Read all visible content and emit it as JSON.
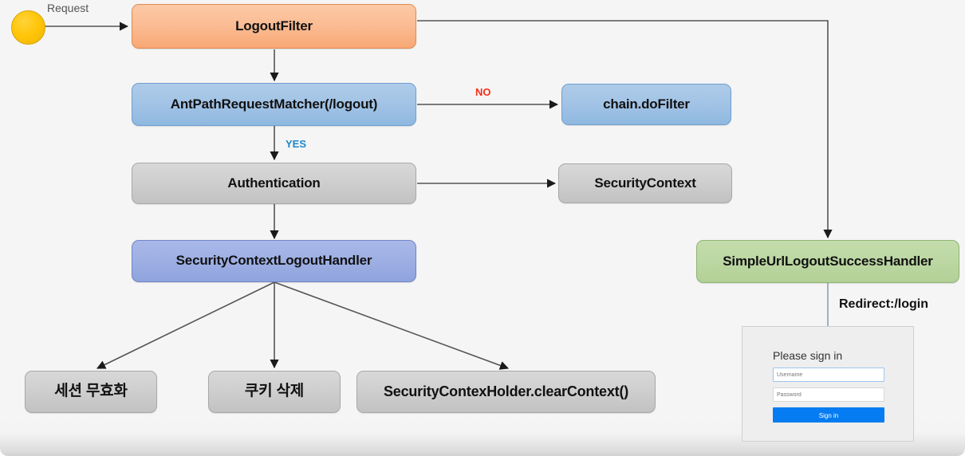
{
  "diagram": {
    "title": "Spring Security Logout Filter Flow",
    "background_color": "#f5f5f5",
    "start_node": {
      "name": "start",
      "label": ""
    },
    "nodes": [
      {
        "id": "logout_filter",
        "label": "LogoutFilter",
        "style": "orange"
      },
      {
        "id": "ant_path_matcher",
        "label": "AntPathRequestMatcher(/logout)",
        "style": "blue"
      },
      {
        "id": "chain_dofilter",
        "label": "chain.doFilter",
        "style": "blue"
      },
      {
        "id": "authentication",
        "label": "Authentication",
        "style": "gray"
      },
      {
        "id": "security_context",
        "label": "SecurityContext",
        "style": "gray"
      },
      {
        "id": "sc_logout_handler",
        "label": "SecurityContextLogoutHandler",
        "style": "periwinkle"
      },
      {
        "id": "session_invalidate",
        "label": "세션 무효화",
        "style": "gray"
      },
      {
        "id": "cookie_delete",
        "label": "쿠키 삭제",
        "style": "gray"
      },
      {
        "id": "clear_context",
        "label": "SecurityContexHolder.clearContext()",
        "style": "gray"
      },
      {
        "id": "success_handler",
        "label": "SimpleUrlLogoutSuccessHandler",
        "style": "green"
      }
    ],
    "edge_labels": {
      "request": "Request",
      "yes": "YES",
      "no": "NO",
      "redirect": "Redirect:/login"
    },
    "colors": {
      "orange_fill": "#fbbd95",
      "blue_fill": "#a3c4e6",
      "gray_fill": "#cfcfcf",
      "periwinkle_fill": "#9fb0e4",
      "green_fill": "#bdd8a4",
      "start_fill": "#ffc60a",
      "yes_label": "#1f86c8",
      "no_label": "#f4301a",
      "edge_stroke": "#555555",
      "signin_button": "#067cf2"
    }
  },
  "login_form": {
    "heading": "Please sign in",
    "username": {
      "value": "",
      "placeholder": "Username"
    },
    "password": {
      "value": "",
      "placeholder": "Password"
    },
    "submit_label": "Sign in"
  }
}
